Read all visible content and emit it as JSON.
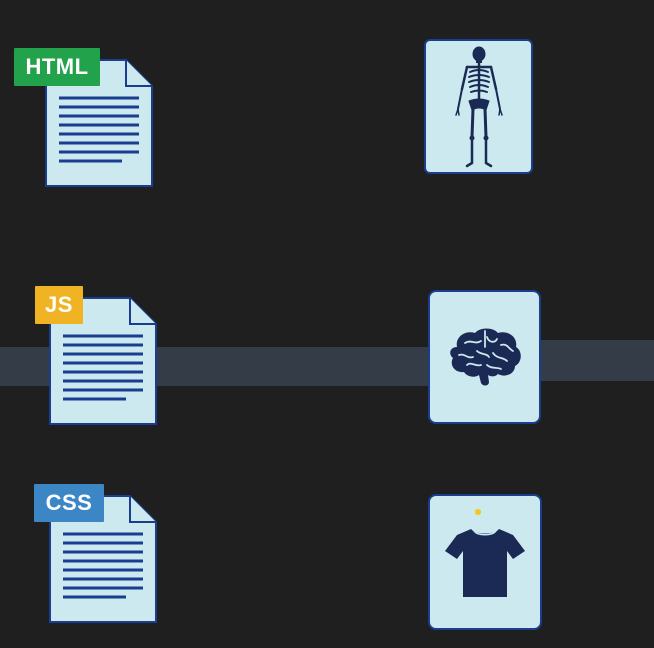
{
  "files": [
    {
      "badge": "HTML",
      "badge_color": "#22a24a"
    },
    {
      "badge": "JS",
      "badge_color": "#f0b323"
    },
    {
      "badge": "CSS",
      "badge_color": "#3c86c6"
    }
  ],
  "concepts": [
    {
      "icon": "skeleton-icon"
    },
    {
      "icon": "brain-icon"
    },
    {
      "icon": "tshirt-icon"
    }
  ],
  "colors": {
    "background": "#1f1f1f",
    "band": "#343c47",
    "card_fill": "#cbe9ef",
    "outline": "#1a3d8f",
    "icon_dark": "#1b2a55",
    "accent_dot": "#f5c518"
  }
}
